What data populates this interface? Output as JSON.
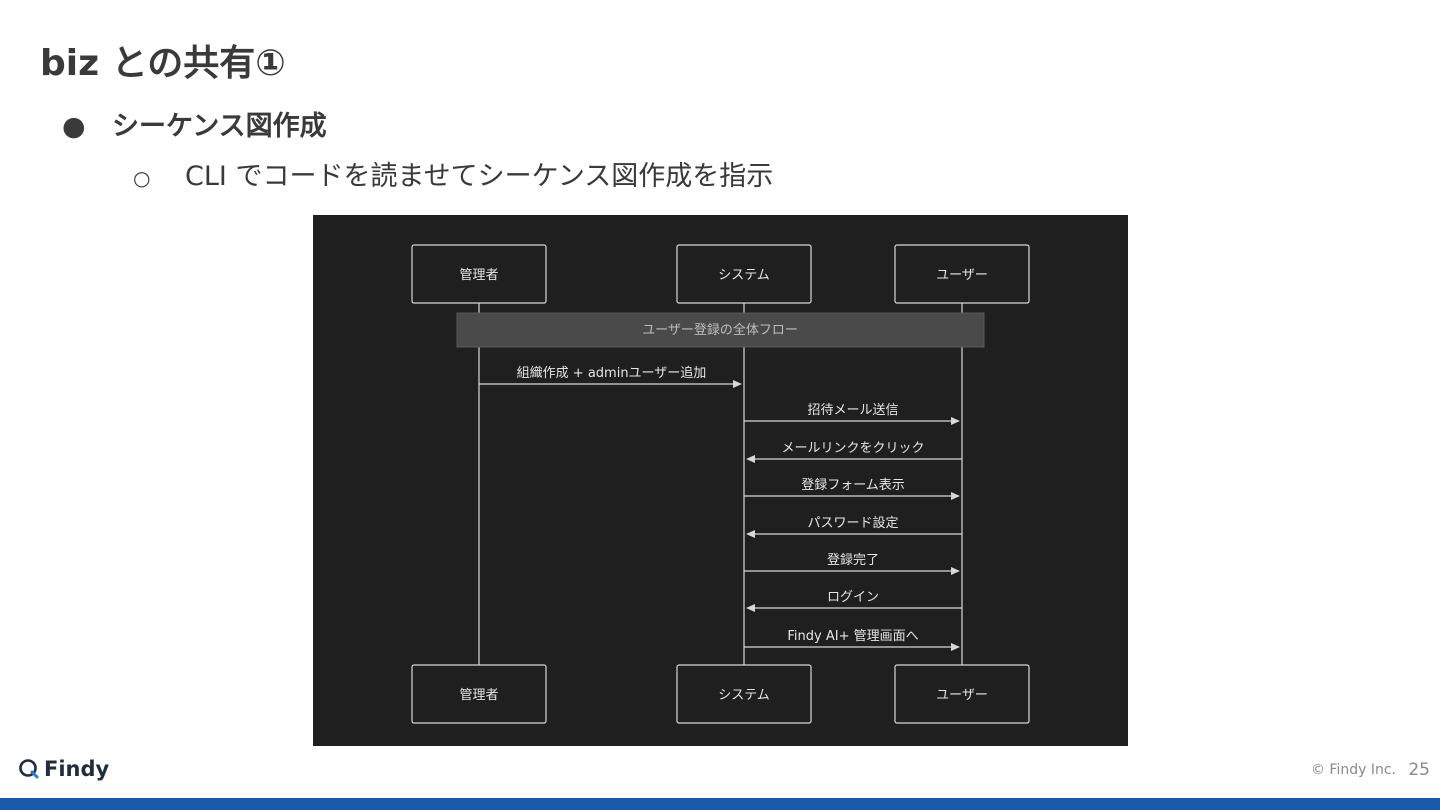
{
  "slide": {
    "title": "biz との共有①",
    "bullet_marker_1": "●",
    "bullet_1": "シーケンス図作成",
    "bullet_marker_2": "○",
    "bullet_2": "CLI でコードを読ませてシーケンス図作成を指示"
  },
  "diagram": {
    "participants": [
      "管理者",
      "システム",
      "ユーザー"
    ],
    "note": "ユーザー登録の全体フロー",
    "messages": [
      {
        "from": 0,
        "to": 1,
        "label": "組織作成 + adminユーザー追加"
      },
      {
        "from": 1,
        "to": 2,
        "label": "招待メール送信"
      },
      {
        "from": 2,
        "to": 1,
        "label": "メールリンクをクリック"
      },
      {
        "from": 1,
        "to": 2,
        "label": "登録フォーム表示"
      },
      {
        "from": 2,
        "to": 1,
        "label": "パスワード設定"
      },
      {
        "from": 1,
        "to": 2,
        "label": "登録完了"
      },
      {
        "from": 2,
        "to": 1,
        "label": "ログイン"
      },
      {
        "from": 1,
        "to": 2,
        "label": "Findy AI+ 管理画面へ"
      }
    ],
    "colors": {
      "background": "#1f1f1f",
      "stroke": "#d8d8d8",
      "note": "#4a4a4a",
      "text": "#e6e6e6"
    }
  },
  "footer": {
    "logo_text": "Findy",
    "copyright": "© Findy Inc.",
    "page_number": "25"
  },
  "colors": {
    "bottom_bar": "#1a5aa8",
    "title": "#3a3a3a"
  }
}
